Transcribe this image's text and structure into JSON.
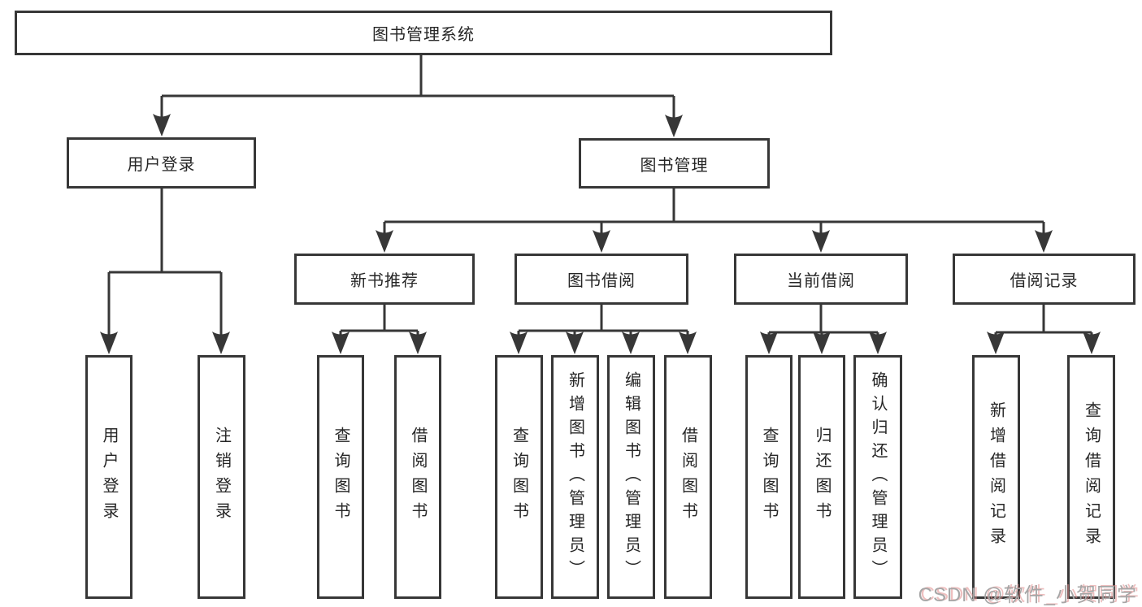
{
  "tree": {
    "root": "图书管理系统",
    "level2": {
      "user_login": "用户登录",
      "book_mgmt": "图书管理"
    },
    "level3": {
      "new_books": "新书推荐",
      "book_borrow": "图书借阅",
      "current_borrow": "当前借阅",
      "borrow_records": "借阅记录"
    },
    "leaves": {
      "user_login": [
        "用户登录",
        "注销登录"
      ],
      "new_books": [
        "查询图书",
        "借阅图书"
      ],
      "book_borrow": [
        "查询图书",
        "新增图书（管理员）",
        "编辑图书（管理员）",
        "借阅图书"
      ],
      "current_borrow": [
        "查询图书",
        "归还图书",
        "确认归还（管理员）"
      ],
      "borrow_records": [
        "新增借阅记录",
        "查询借阅记录"
      ]
    }
  },
  "watermark": "CSDN @软件_小贺同学",
  "colors": {
    "line": "#373737",
    "text": "#262626",
    "background": "#ffffff",
    "watermark": "#a6a6a6",
    "watermark_shadow": "#e08a8a"
  }
}
